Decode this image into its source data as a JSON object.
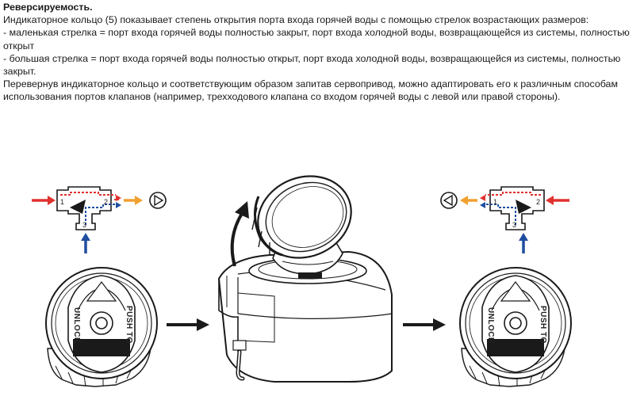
{
  "document": {
    "title": "Реверсируемость.",
    "paragraphs": [
      "Индикаторное кольцо (5) показывает степень открытия порта входа горячей воды с помощью стрелок возрастающих размеров:",
      "- маленькая стрелка = порт входа горячей воды полностью закрыт, порт входа холодной воды, возвращающейся из системы, полностью открыт",
      "- большая стрелка = порт входа горячей воды полностью открыт, порт входа холодной воды, возвращающейся из системы, полностью закрыт.",
      "Перевернув индикаторное кольцо и соответствующим образом запитав сервопривод, можно адаптировать его к различным способам использования портов клапанов (например, трехходового клапана со входом горячей воды с левой или правой стороны)."
    ]
  },
  "figure": {
    "left_valve": {
      "port_labels": [
        "1",
        "2",
        "3"
      ]
    },
    "right_valve": {
      "port_labels": [
        "1",
        "2",
        "3"
      ]
    },
    "left_knob": {
      "label_left": "UNLOCK",
      "label_right": "PUSH TO"
    },
    "right_knob": {
      "label_left": "UNLOCK",
      "label_right": "PUSH TO"
    },
    "colors": {
      "hot": "#e0312f",
      "cold": "#1f4e9e",
      "flow": "#f0a030",
      "outline": "#1a1a1a"
    }
  }
}
